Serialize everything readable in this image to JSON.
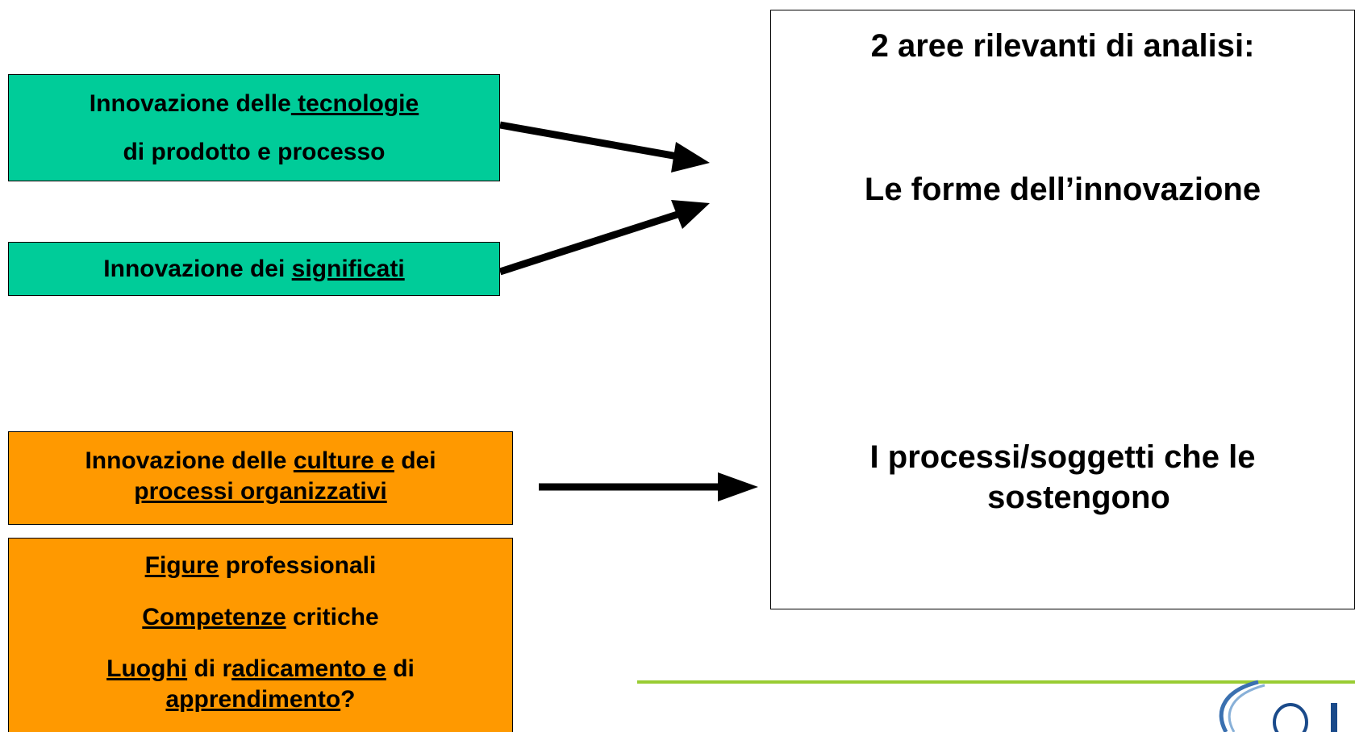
{
  "left": {
    "box_tech": {
      "line1_prefix": "Innovazione delle",
      "line1_link": " tecnologie",
      "line2": "di prodotto e processo"
    },
    "box_meanings": {
      "prefix": "Innovazione dei ",
      "link": "significati"
    },
    "box_cultures": {
      "line1_prefix": "Innovazione delle ",
      "line1_link": "culture e",
      "line1_suffix": " dei",
      "line2_link": "processi organizzativi"
    },
    "box_figures": {
      "row1_link": "Figure",
      "row1_rest": " professionali",
      "row2_link": "Competenze",
      "row2_rest": " critiche",
      "row3_link1": "Luoghi",
      "row3_mid": " di r",
      "row3_link2": "adicamento e",
      "row3_rest": " di",
      "row4_link": "apprendimento",
      "row4_rest": "?"
    }
  },
  "right": {
    "title": "2 aree rilevanti di analisi:",
    "forms": "Le forme dell’innovazione",
    "processes_line1": "I processi/soggetti che le",
    "processes_line2": "sostengono"
  },
  "colors": {
    "green": "#00cc99",
    "orange": "#ff9900",
    "cycle_arrow": "#3333cc",
    "footer_line": "#99cc33"
  },
  "icons": [
    "arrow-right-icon",
    "cycle-arrows-icon",
    "logo-icon"
  ]
}
